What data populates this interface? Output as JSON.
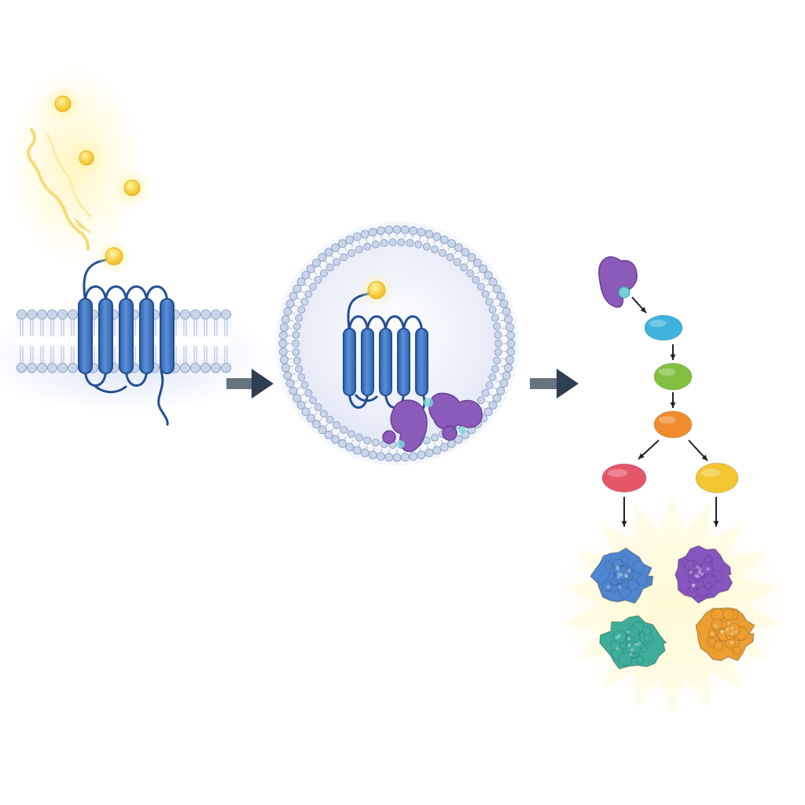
{
  "diagram": {
    "panels": [
      {
        "id": "membrane-receptor-panel",
        "elements": [
          "ligand",
          "receptor",
          "lipid-bilayer"
        ]
      },
      {
        "id": "endosome-panel",
        "elements": [
          "endosome-membrane",
          "internalized-receptor",
          "bound-effector-proteins"
        ]
      },
      {
        "id": "cascade-panel",
        "elements": [
          "kinase",
          "cascade-nodes",
          "target-protein-complexes"
        ]
      }
    ],
    "colors": {
      "receptor": "#3f74c0",
      "receptor_stroke": "#244f93",
      "ligand": "#f4cc3a",
      "membrane_head": "#c9d5e9",
      "membrane_stroke": "#93a5c7",
      "effector": "#8a5bb8",
      "arrow": "#2f3e50",
      "node_cyan": "#3fb3dd",
      "node_green": "#82bf3f",
      "node_orange": "#f08c2e",
      "node_red": "#e4566a",
      "node_yellow": "#f2c631",
      "protein_blue": "#4f86cf",
      "protein_purple": "#8656be",
      "protein_teal": "#3eae9b",
      "protein_orange": "#ec9e31"
    },
    "cascade_nodes": [
      {
        "name": "cascade-node-cyan",
        "color": "node_cyan"
      },
      {
        "name": "cascade-node-green",
        "color": "node_green"
      },
      {
        "name": "cascade-node-orange",
        "color": "node_orange"
      },
      {
        "name": "cascade-node-red",
        "color": "node_red"
      },
      {
        "name": "cascade-node-yellow",
        "color": "node_yellow"
      }
    ],
    "protein_complexes": [
      {
        "name": "protein-complex-blue",
        "color": "protein_blue"
      },
      {
        "name": "protein-complex-purple",
        "color": "protein_purple"
      },
      {
        "name": "protein-complex-teal",
        "color": "protein_teal"
      },
      {
        "name": "protein-complex-orange",
        "color": "protein_orange"
      }
    ]
  }
}
